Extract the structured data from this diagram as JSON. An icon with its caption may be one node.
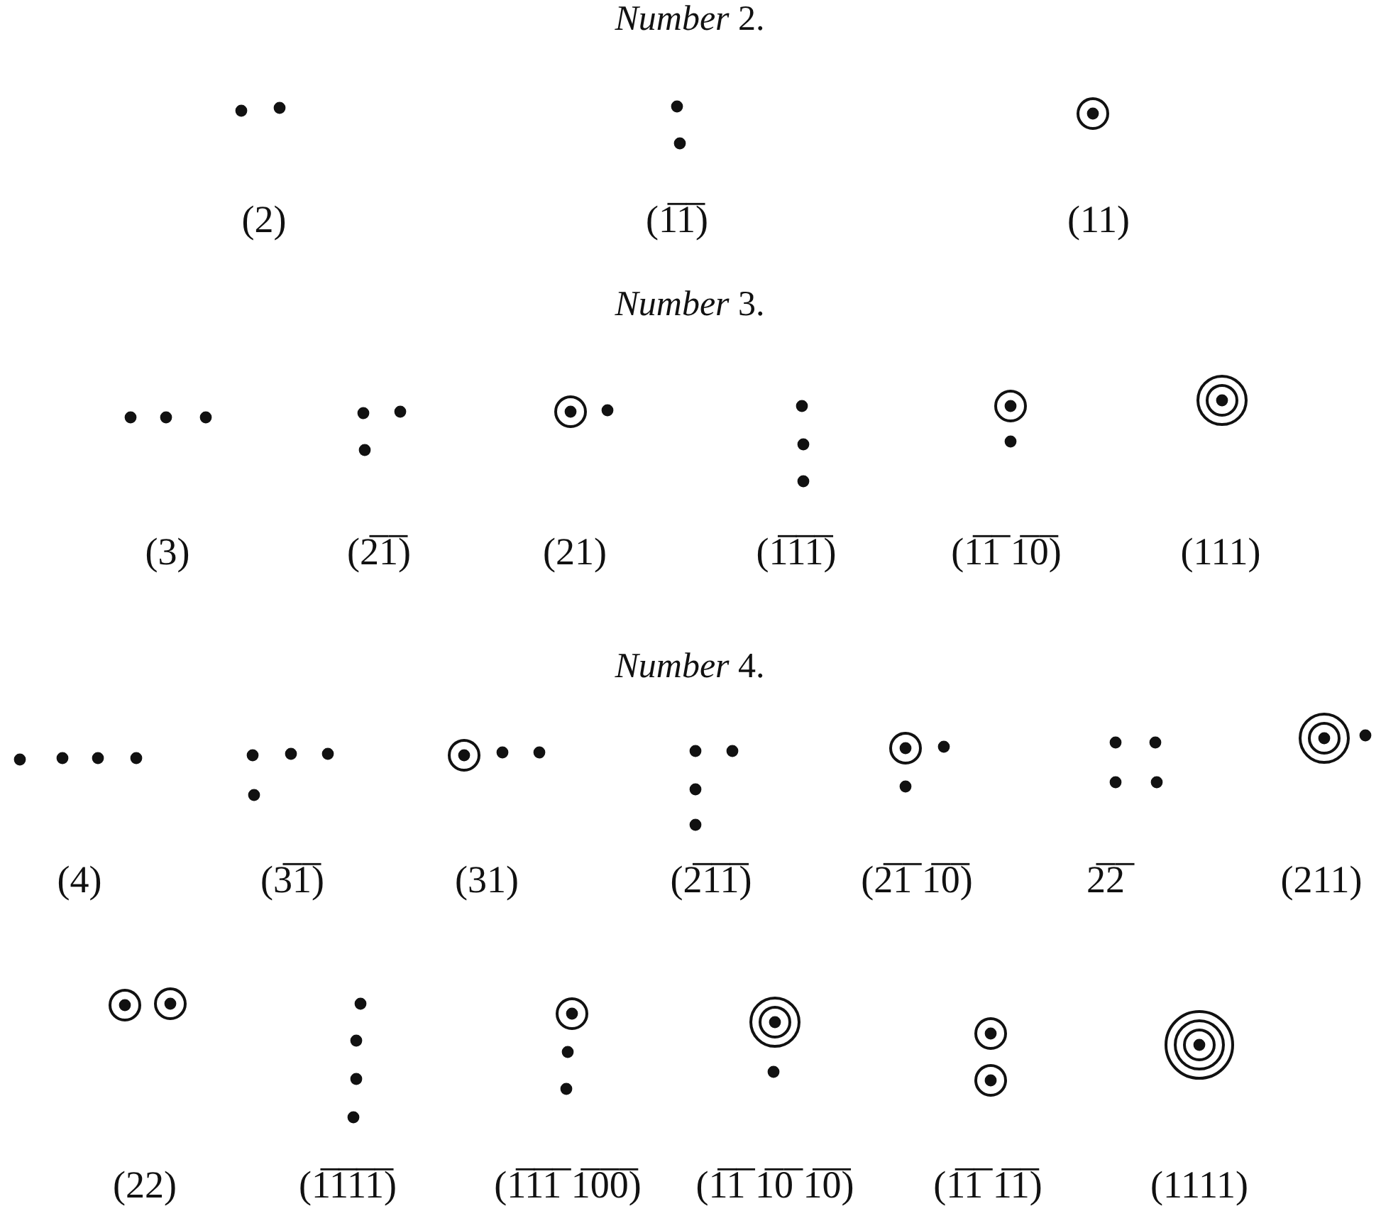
{
  "diagram": {
    "labels": [
      "*Number* 2.",
      "(2)",
      "(1̅1̅)",
      "(11)",
      "*Number* 3.",
      "(3)",
      "(2̅1̅)",
      "(21)",
      "(1̅1̅1̅)",
      "(1̅1̅ 1̅0̅)",
      "(111)",
      "*Number* 4.",
      "(4)",
      "(3̅1̅)",
      "(31)",
      "(2̅1̅1̅)",
      "(2̅1̅ 1̅0̅)",
      "2̅2̅",
      "(211)",
      "(22)",
      "(1̅1̅1̅1̅)",
      "(1̅1̅1̅ 1̅0̅0̅)",
      "(1̅1̅ 1̅0̅ 1̅0̅)",
      "(1̅1̅ 1̅1̅)",
      "(1111)"
    ]
  }
}
